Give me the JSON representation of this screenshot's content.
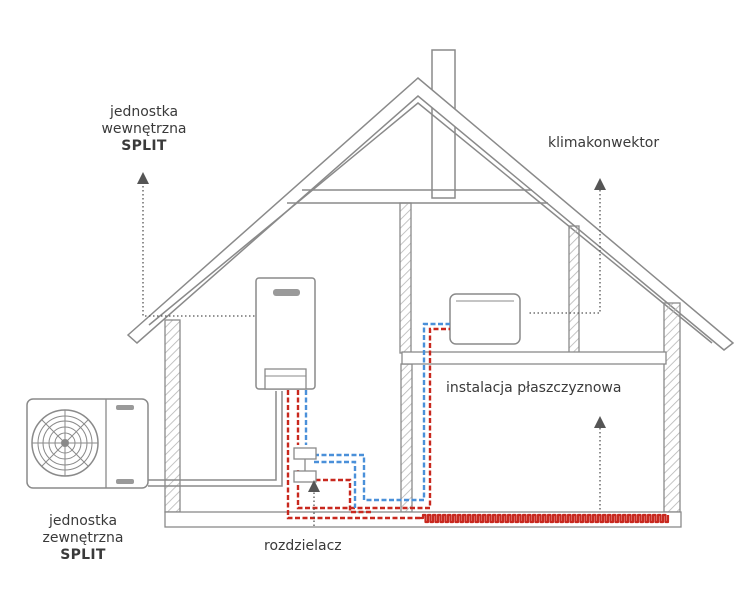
{
  "labels": {
    "indoor_unit": {
      "line1": "jednostka",
      "line2": "wewnętrzna",
      "line3": "SPLIT"
    },
    "fan_coil": "klimakonwektor",
    "surface_heating": "instalacja płaszczyznowa",
    "outdoor_unit": {
      "line1": "jednostka",
      "line2": "zewnętrzna",
      "line3": "SPLIT"
    },
    "manifold": "rozdzielacz"
  },
  "colors": {
    "outline": "#8a8a8a",
    "hatch": "#b5b5b5",
    "supply": "#c8281e",
    "return": "#4a90d9",
    "arrow": "#555555",
    "text": "#3a3a3a"
  }
}
